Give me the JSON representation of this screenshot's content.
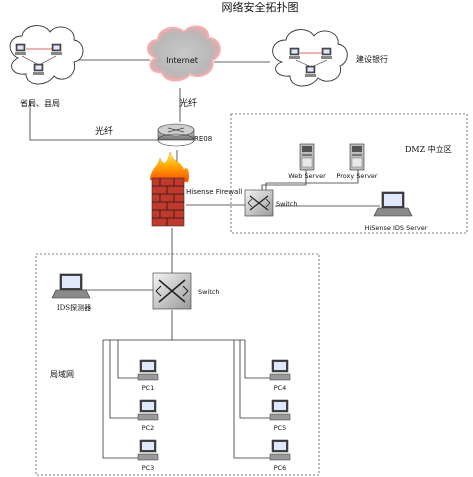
{
  "title": "网络安全拓扑图",
  "internet": "Internet",
  "fiber_top": "光纤",
  "fiber_left": "光纤",
  "province_city": "省局、县局",
  "ccb": "建设银行",
  "router": "RE08",
  "firewall": "Hisense Firewall",
  "dmz": "DMZ 中立区",
  "web_server": "Web Server",
  "proxy_server": "Proxy Server",
  "dmz_switch": "Switch",
  "ids_server": "HiSense IDS Server",
  "lan_switch": "Switch",
  "ids_probe": "IDS探测器",
  "lan": "局域网",
  "pcs": [
    "PC1",
    "PC2",
    "PC3",
    "PC4",
    "PC5",
    "PC6"
  ]
}
